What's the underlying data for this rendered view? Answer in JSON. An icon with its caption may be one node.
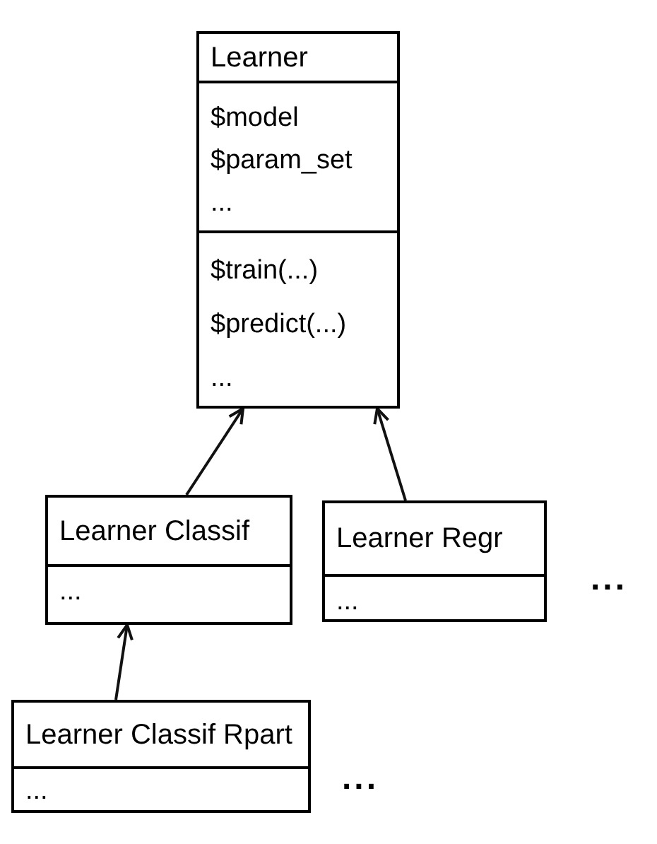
{
  "diagram": {
    "nodes": [
      {
        "text": [
          "Learner"
        ]
      },
      {
        "text": [
          "$model",
          "$param_set",
          "..."
        ],
        "in": 0
      },
      {
        "text": [
          "$train(...)",
          "$predict(...)",
          "..."
        ],
        "in": 0
      },
      {
        "text": [
          "Learner Classif"
        ]
      },
      {
        "text": [
          "..."
        ],
        "in": 3
      },
      {
        "text": [
          "Learner Regr"
        ]
      },
      {
        "text": [
          "..."
        ],
        "in": 5
      },
      {
        "text": [
          "Learner Classif Rpart"
        ]
      },
      {
        "text": [
          "..."
        ],
        "in": 7
      }
    ],
    "edges": [
      {
        "from": 3,
        "to": 0,
        "arrow": "to"
      },
      {
        "from": 5,
        "to": 0,
        "arrow": "to"
      },
      {
        "from": 7,
        "to": 3,
        "arrow": "to"
      }
    ],
    "labels": [
      "...",
      "..."
    ]
  }
}
